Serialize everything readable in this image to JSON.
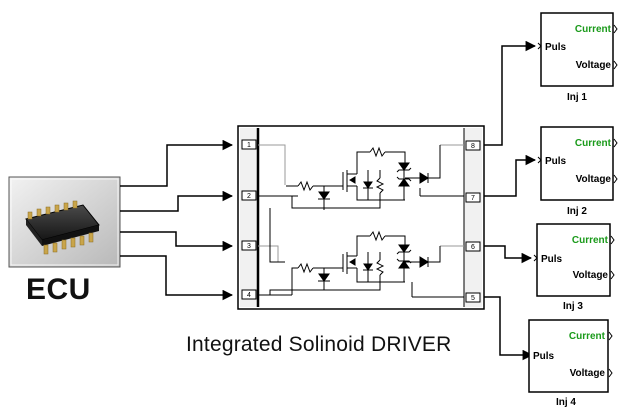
{
  "diagram": {
    "title": "Integrated Solinoid DRIVER",
    "ecu_label": "ECU",
    "driver_ports_left": [
      "1",
      "2",
      "3",
      "4"
    ],
    "driver_ports_right": [
      "8",
      "7",
      "6",
      "5"
    ],
    "injectors": [
      {
        "name": "Inj 1",
        "input": "Puls",
        "out1": "Current",
        "out2": "Voltage"
      },
      {
        "name": "Inj 2",
        "input": "Puls",
        "out1": "Current",
        "out2": "Voltage"
      },
      {
        "name": "Inj 3",
        "input": "Puls",
        "out1": "Current",
        "out2": "Voltage"
      },
      {
        "name": "Inj 4",
        "input": "Puls",
        "out1": "Current",
        "out2": "Voltage"
      }
    ],
    "colors": {
      "current_label": "#1a9a1a",
      "wire": "#000000",
      "chip": "#2a2a2a",
      "pin": "#c9a54a"
    },
    "icons": [
      "ic-chip-icon",
      "resistor-icon",
      "diode-icon",
      "mosfet-icon",
      "zener-diode-icon"
    ]
  }
}
